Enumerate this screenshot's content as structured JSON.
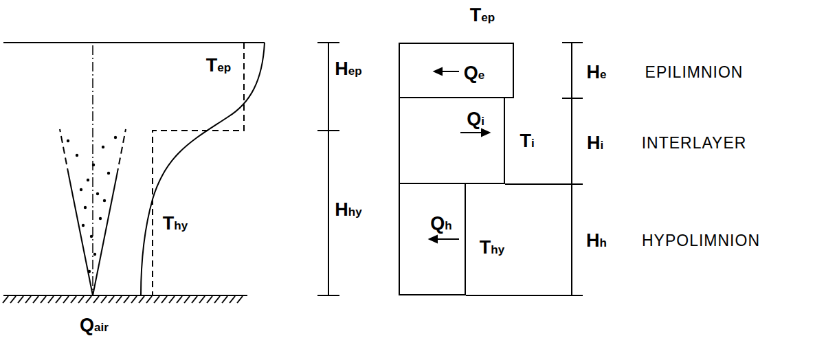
{
  "diagram": {
    "nodes": [
      {
        "text": [
          "Qe"
        ]
      },
      {
        "text": [
          "Qi",
          "Ti"
        ]
      },
      {
        "text": [
          "Qh",
          "Thy"
        ]
      }
    ],
    "labels": [
      "Tep",
      "Hep",
      "Hhy",
      "Thy",
      "Qair",
      "Tep",
      "He",
      "Hi",
      "Hh",
      "EPILIMNION",
      "INTERLAYER",
      "HYPOLIMNION"
    ]
  }
}
